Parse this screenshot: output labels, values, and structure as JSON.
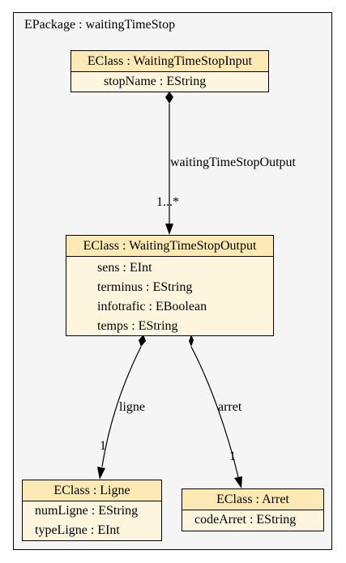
{
  "package": {
    "title": "EPackage : waitingTimeStop"
  },
  "classes": {
    "input": {
      "title": "EClass : WaitingTimeStopInput",
      "attributes": [
        "stopName : EString"
      ]
    },
    "output": {
      "title": "EClass : WaitingTimeStopOutput",
      "attributes": [
        "sens : EInt",
        "terminus : EString",
        "infotrafic : EBoolean",
        "temps : EString"
      ]
    },
    "ligne": {
      "title": "EClass : Ligne",
      "attributes": [
        "numLigne : EString",
        "typeLigne : EInt"
      ]
    },
    "arret": {
      "title": "EClass : Arret",
      "attributes": [
        "codeArret : EString"
      ]
    }
  },
  "edges": {
    "waitingTimeStopOutput": {
      "name": "waitingTimeStopOutput",
      "multiplicity": "1...*"
    },
    "ligne": {
      "name": "ligne",
      "multiplicity": "1"
    },
    "arret": {
      "name": "arret",
      "multiplicity": "1"
    }
  }
}
